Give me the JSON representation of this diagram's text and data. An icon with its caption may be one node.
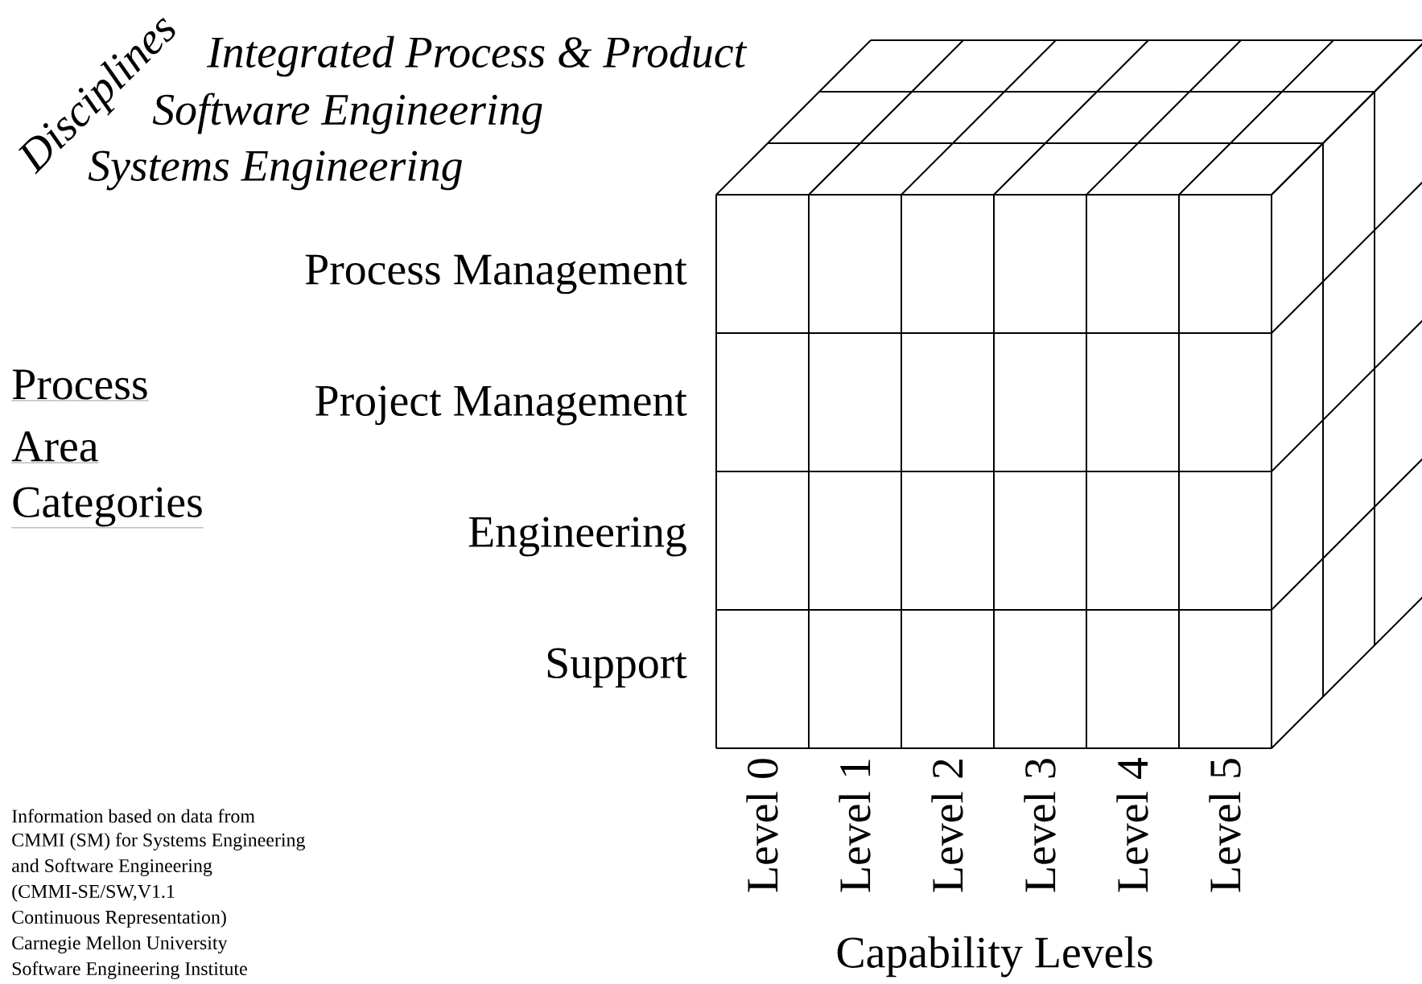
{
  "diagram": {
    "labels": [
      "Disciplines",
      "Integrated Process & Product",
      "Software Engineering",
      "Systems Engineering",
      "Process Management",
      "Process",
      "Project Management",
      "Area",
      "Categories",
      "Engineering",
      "Support",
      "Level 0",
      "Level 1",
      "Level 2",
      "Level 3",
      "Level 4",
      "Level 5",
      "Information based on data from",
      "CMMI (SM) for Systems Engineering",
      "and Software Engineering",
      "(CMMI-SE/SW,V1.1",
      "Continuous Representation)",
      "Carnegie Mellon University",
      "Software Engineering Institute",
      "Capability Levels"
    ]
  }
}
